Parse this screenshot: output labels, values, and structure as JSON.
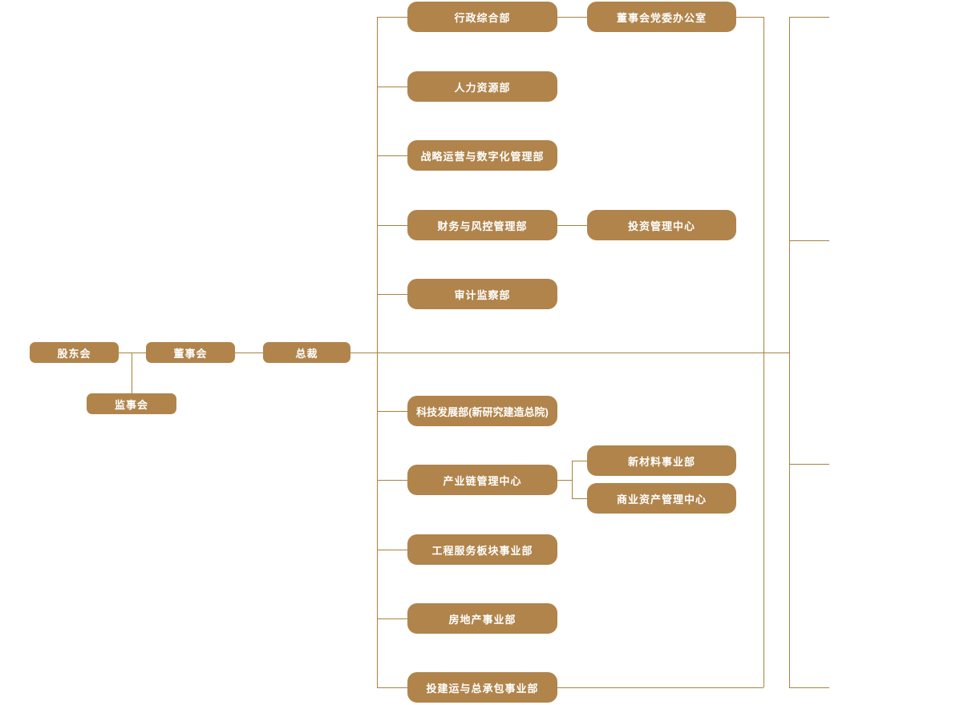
{
  "colors": {
    "node_fill": "#B0844B",
    "connector_line": "#A9813F",
    "node_text": "#FFFFFF",
    "background": "#FFFFFF"
  },
  "nodes": {
    "shareholders_meeting": "股东会",
    "supervisory_board": "监事会",
    "board_of_directors": "董事会",
    "president": "总裁",
    "admin_general_dept": "行政综合部",
    "board_party_office": "董事会党委办公室",
    "human_resources_dept": "人力资源部",
    "strategy_digital_dept": "战略运营与数字化管理部",
    "finance_risk_dept": "财务与风控管理部",
    "investment_center": "投资管理中心",
    "audit_supervision_dept": "审计监察部",
    "tech_development_dept": "科技发展部(新研究建造总院)",
    "industry_chain_center": "产业链管理中心",
    "new_materials_division": "新材料事业部",
    "commercial_asset_center": "商业资产管理中心",
    "engineering_service_division": "工程服务板块事业部",
    "real_estate_division": "房地产事业部",
    "investment_epc_division": "投建运与总承包事业部"
  },
  "structure": {
    "top_row": [
      "股东会",
      "董事会",
      "总裁"
    ],
    "below_shareholders_board_link": [
      "监事会"
    ],
    "president_departments": [
      "行政综合部",
      "人力资源部",
      "战略运营与数字化管理部",
      "财务与风控管理部",
      "审计监察部",
      "科技发展部(新研究建造总院)",
      "产业链管理中心",
      "工程服务板块事业部",
      "房地产事业部",
      "投建运与总承包事业部"
    ],
    "sub_units": {
      "行政综合部": [
        "董事会党委办公室"
      ],
      "财务与风控管理部": [
        "投资管理中心"
      ],
      "产业链管理中心": [
        "新材料事业部",
        "商业资产管理中心"
      ]
    },
    "right_rail_offscreen_stub_count": 4
  }
}
